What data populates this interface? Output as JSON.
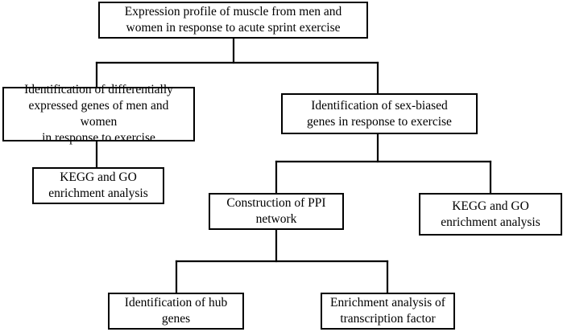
{
  "diagram": {
    "nodes": [
      {
        "id": "root",
        "label": "Expression profile of muscle from men and\nwomen in response to acute sprint exercise"
      },
      {
        "id": "deg",
        "label": "Identification of differentially\nexpressed genes of men and women\nin response to exercise"
      },
      {
        "id": "sex",
        "label": "Identification of sex-biased\ngenes in response to exercise"
      },
      {
        "id": "kegg1",
        "label": "KEGG and GO\nenrichment analysis"
      },
      {
        "id": "ppi",
        "label": "Construction of PPI\nnetwork"
      },
      {
        "id": "kegg2",
        "label": "KEGG and GO\nenrichment analysis"
      },
      {
        "id": "hub",
        "label": "Identification of hub\ngenes"
      },
      {
        "id": "tf",
        "label": "Enrichment analysis of\ntranscription factor"
      }
    ],
    "edges": [
      {
        "from": "root",
        "to": "deg"
      },
      {
        "from": "root",
        "to": "sex"
      },
      {
        "from": "deg",
        "to": "kegg1"
      },
      {
        "from": "sex",
        "to": "ppi"
      },
      {
        "from": "sex",
        "to": "kegg2"
      },
      {
        "from": "ppi",
        "to": "hub"
      },
      {
        "from": "ppi",
        "to": "tf"
      }
    ],
    "line_color": "#000000",
    "box_border_color": "#000000"
  }
}
